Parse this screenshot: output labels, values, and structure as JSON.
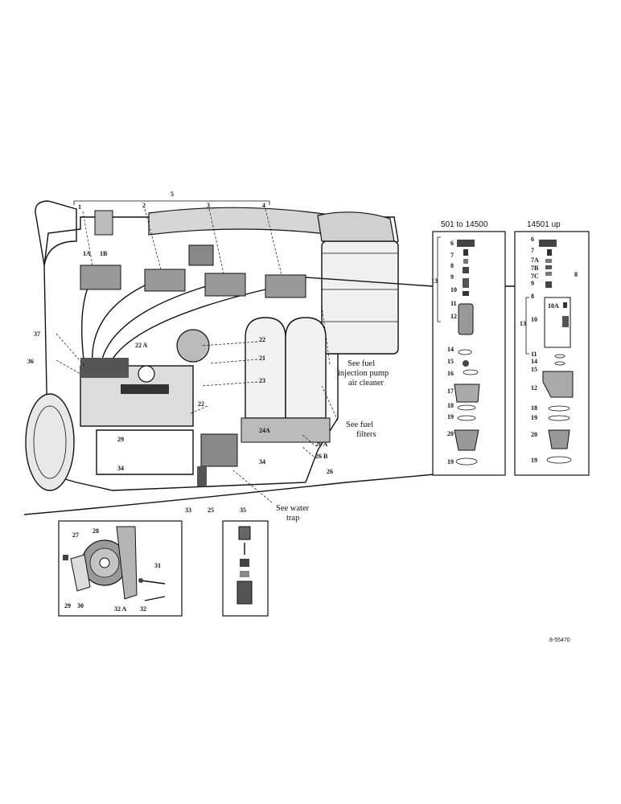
{
  "figure": {
    "ref_code": "8-55470",
    "panel_left_header": "501 to 14500",
    "panel_right_header": "14501 up"
  },
  "notes": {
    "air_cleaner": [
      "See fuel",
      "injection pump",
      "air cleaner"
    ],
    "fuel_filters": [
      "See fuel",
      "filters"
    ],
    "water_trap": [
      "See water",
      "trap"
    ]
  },
  "engine_labels": [
    "5",
    "1",
    "2",
    "3",
    "4",
    "1A",
    "1B",
    "37",
    "36",
    "22 A",
    "22",
    "21",
    "23",
    "22",
    "24A",
    "26 A",
    "26 B",
    "26",
    "29",
    "34",
    "34",
    "33",
    "25",
    "35"
  ],
  "gear_inset_labels": [
    "27",
    "28",
    "31",
    "29",
    "30",
    "32 A",
    "32"
  ],
  "left_panel_labels": [
    "6",
    "7",
    "8",
    "9",
    "10",
    "11",
    "12",
    "13",
    "14",
    "15",
    "16",
    "17",
    "18",
    "19",
    "20",
    "19"
  ],
  "right_panel_labels": [
    "6",
    "7",
    "7A",
    "7B",
    "7C",
    "8",
    "9",
    "8",
    "10A",
    "10",
    "13",
    "11",
    "14",
    "15",
    "12",
    "18",
    "19",
    "20",
    "19"
  ],
  "colors": {
    "ink": "#111111",
    "paper": "#ffffff"
  }
}
